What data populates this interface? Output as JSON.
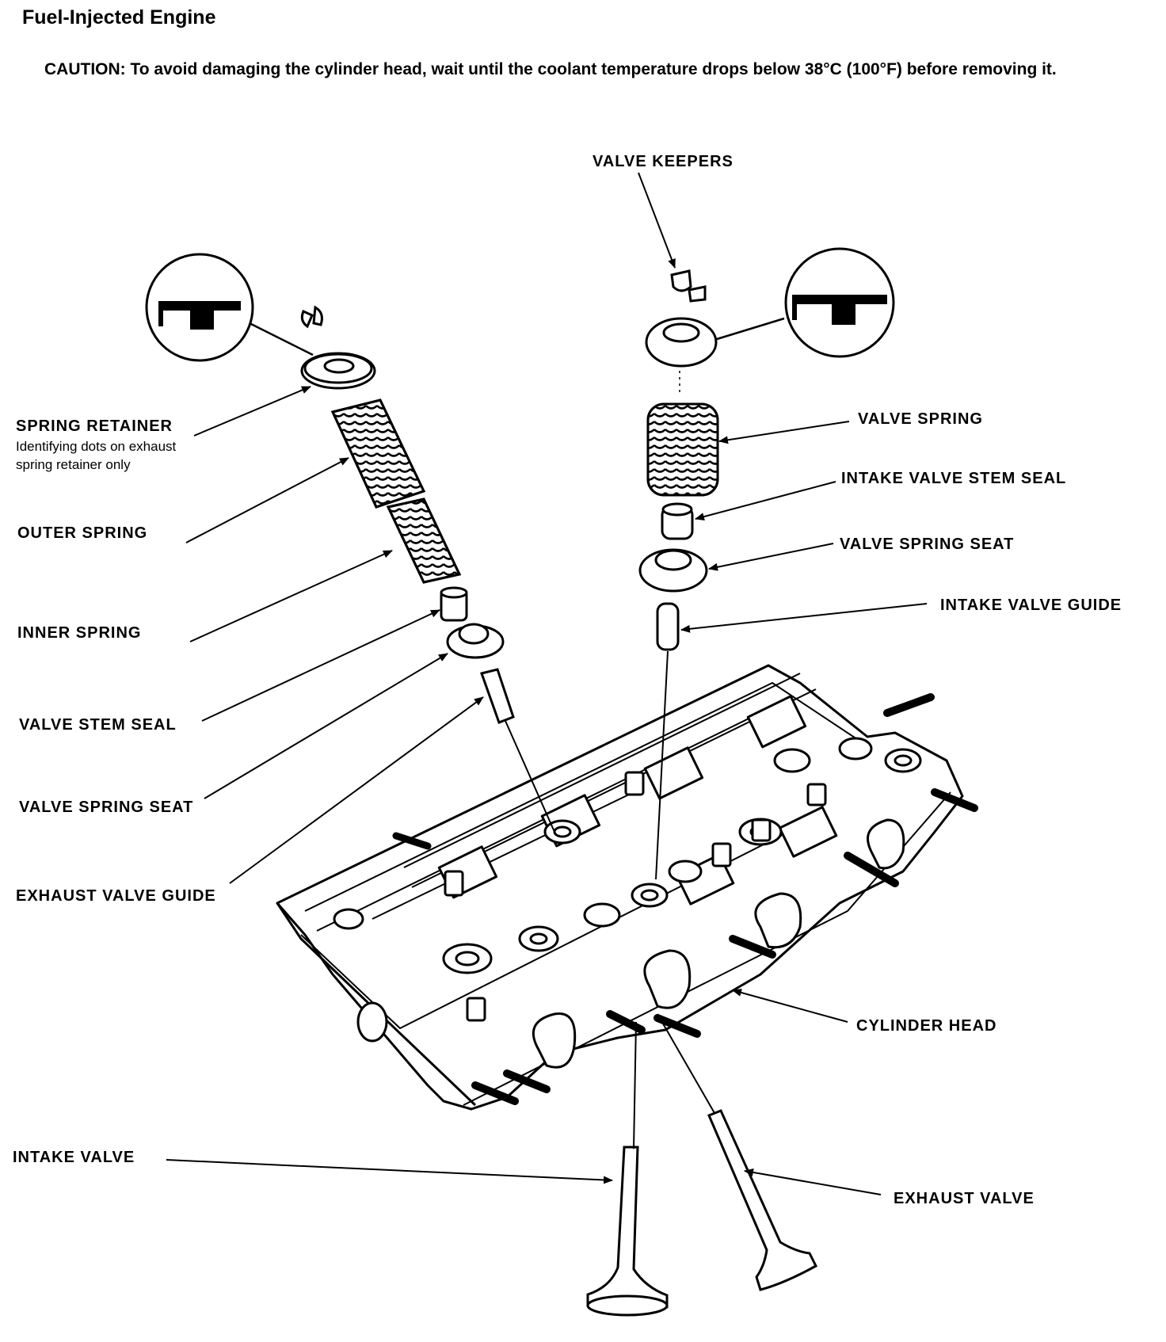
{
  "header": {
    "title": "Fuel-Injected Engine",
    "caution_prefix": "CAUTION:",
    "caution_text": "To avoid damaging the cylinder head, wait until the coolant temperature drops below 38°C (100°F) before removing it."
  },
  "labels": {
    "valve_keepers": "VALVE KEEPERS",
    "spring_retainer": "SPRING RETAINER",
    "spring_retainer_note_1": "Identifying dots on exhaust",
    "spring_retainer_note_2": "spring retainer only",
    "outer_spring": "OUTER SPRING",
    "inner_spring": "INNER SPRING",
    "valve_stem_seal": "VALVE STEM SEAL",
    "valve_spring_seat_left": "VALVE SPRING SEAT",
    "exhaust_valve_guide": "EXHAUST VALVE GUIDE",
    "valve_spring": "VALVE SPRING",
    "intake_valve_stem_seal": "INTAKE VALVE STEM SEAL",
    "valve_spring_seat_right": "VALVE SPRING SEAT",
    "intake_valve_guide": "INTAKE VALVE GUIDE",
    "cylinder_head": "CYLINDER HEAD",
    "intake_valve": "INTAKE VALVE",
    "exhaust_valve": "EXHAUST VALVE"
  }
}
